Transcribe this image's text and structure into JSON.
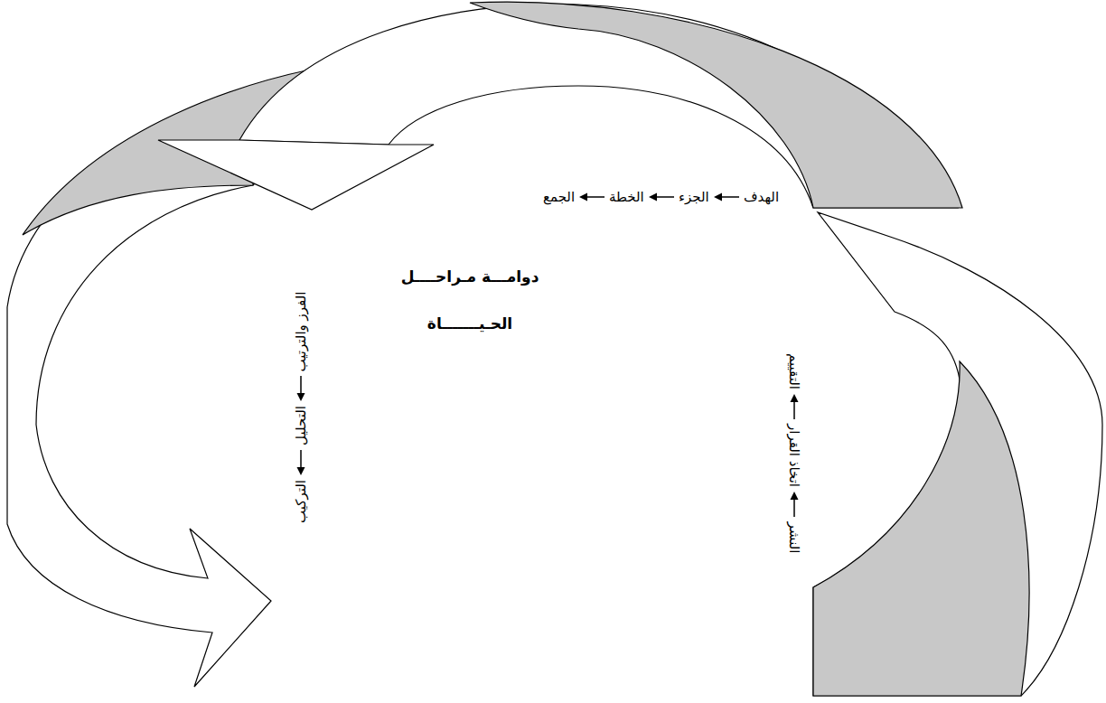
{
  "diagram": {
    "title": "دوامـــة مـراحــــل الحـيـــــــاة",
    "labels": [
      "الهدف",
      "الجزء",
      "الخطة",
      "الجمع",
      "الفرز والترتيب",
      "التحليل",
      "التركيب",
      "النشر",
      "اتخاذ القرار",
      "التقييم"
    ]
  }
}
